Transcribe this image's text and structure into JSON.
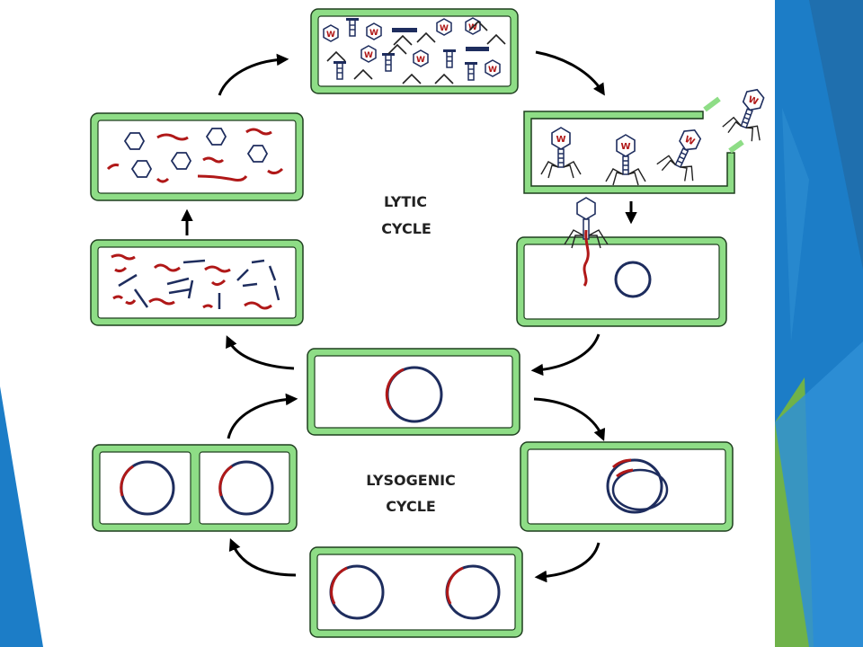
{
  "labels": {
    "lytic_line1": "LYTIC",
    "lytic_line2": "CYCLE",
    "lyso_line1": "LYSOGENIC",
    "lyso_line2": "CYCLE"
  },
  "colors": {
    "cell_border": "#8edd86",
    "cell_border_dark": "#1f3f1f",
    "viral_dna": "#b01818",
    "bacterial_dna": "#1e2d5e",
    "arrow": "#000000",
    "slide_blue": "#1c7dc7",
    "slide_green": "#6fb24a"
  },
  "icons": [
    "phage-icon",
    "bacterial-chromosome-icon",
    "viral-dna-icon",
    "capsid-icon",
    "tail-fiber-icon"
  ]
}
